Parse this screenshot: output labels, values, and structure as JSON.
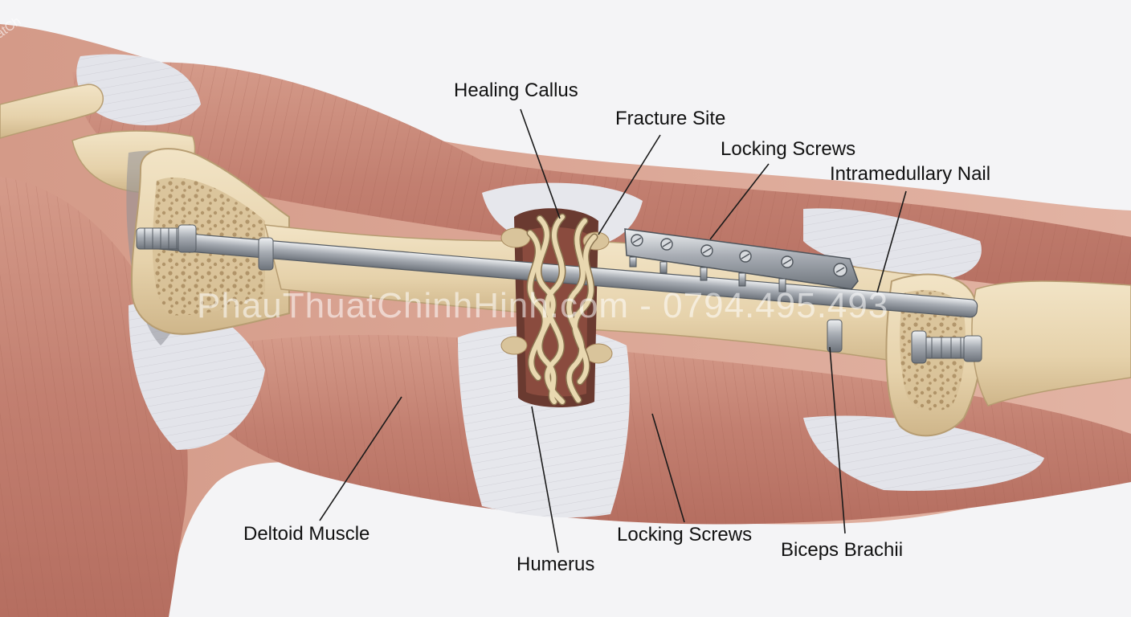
{
  "labels": {
    "healing_callus": "Healing Callus",
    "fracture_site": "Fracture Site",
    "locking_screws_top": "Locking Screws",
    "intramedullary_nail": "Intramedullary Nail",
    "deltoid_muscle": "Deltoid Muscle",
    "humerus": "Humerus",
    "locking_screws_bottom": "Locking Screws",
    "biceps_brachii": "Biceps Brachii"
  },
  "watermark": "PhauThuatChinhHinh.com - 0794.495.493",
  "corner_mark": "atCh",
  "colors": {
    "background": "#f4f4f6",
    "muscle": "#c98a7a",
    "tendon": "#e4e4e8",
    "bone": "#e8d7b4",
    "marrow": "#cdb28a",
    "metal": "#a9aeb5",
    "leader": "#1a1a1a"
  }
}
